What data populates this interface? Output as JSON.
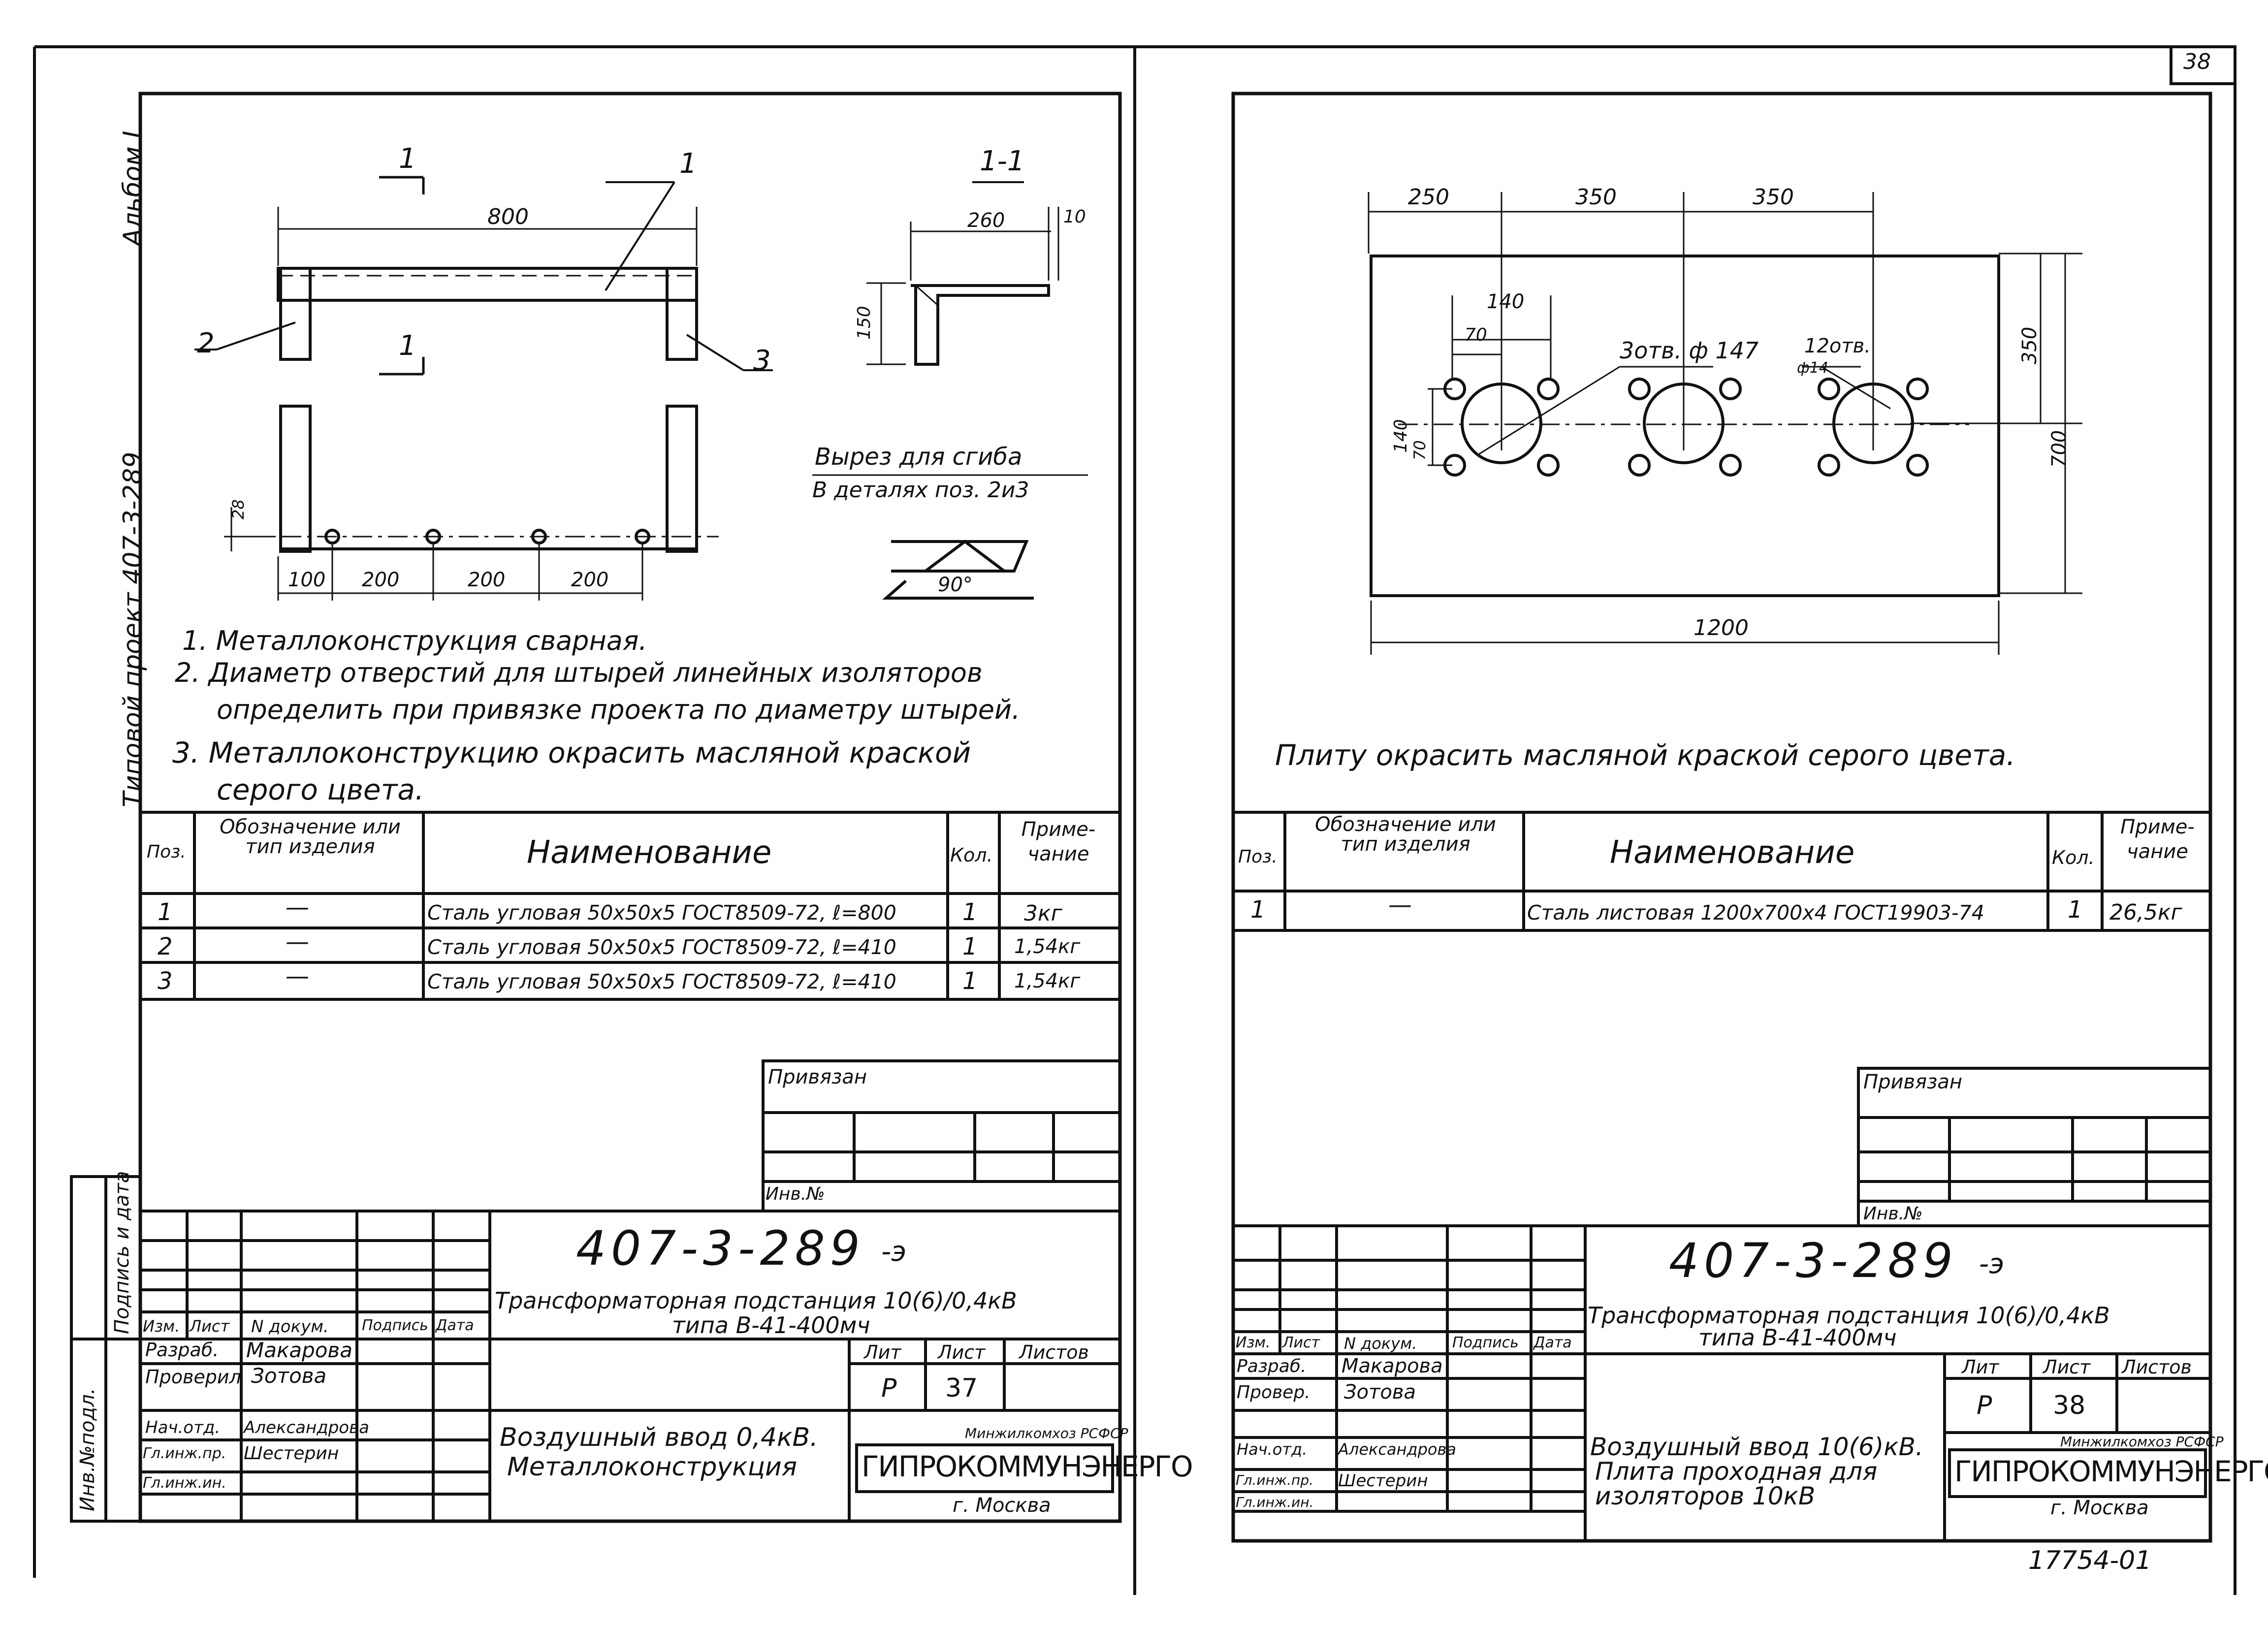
{
  "sheet_no": "38",
  "bottom_code": "17754-01",
  "left": {
    "side_album": "Альбом I",
    "side_project": "Типовой проект 407-3-289",
    "side_stamp": {
      "c1": "Инв.№подл.",
      "c2": "Подпись и дата"
    },
    "drawing": {
      "dim_800": "800",
      "dim_260": "260",
      "dim_10": "10",
      "dim_150": "150",
      "dim_28": "28",
      "dims_bottom": [
        "100",
        "200",
        "200",
        "200"
      ],
      "section_mark": "1",
      "section_title": "1-1",
      "pos_1": "1",
      "pos_2": "2",
      "pos_3": "3",
      "cut_note_1": "Вырез для сгиба",
      "cut_note_2": "В деталях поз. 2и3",
      "angle": "90°"
    },
    "notes": [
      "1. Металлоконструкция   сварная.",
      "2. Диаметр  отверстий  для штырей линейных изоляторов",
      "определить при привязке проекта по диаметру штырей.",
      "3. Металлоконструкцию  окрасить  масляной  краской",
      "серого   цвета."
    ],
    "table": {
      "headers": {
        "pos": "Поз.",
        "designation": "Обозначение или тип изделия",
        "name": "Наименование",
        "qty": "Кол.",
        "note": "Приме- чание"
      },
      "rows": [
        {
          "pos": "1",
          "designation": "—",
          "name": "Сталь угловая 50х50х5 ГОСТ8509-72, ℓ=800",
          "qty": "1",
          "note": "3кг"
        },
        {
          "pos": "2",
          "designation": "—",
          "name": "Сталь угловая 50х50х5 ГОСТ8509-72, ℓ=410",
          "qty": "1",
          "note": "1,54кг"
        },
        {
          "pos": "3",
          "designation": "—",
          "name": "Сталь угловая 50х50х5 ГОСТ8509-72, ℓ=410",
          "qty": "1",
          "note": "1,54кг"
        }
      ]
    },
    "privyazan": "Привязан",
    "inv": "Инв.№",
    "title_block": {
      "code": "407-3-289",
      "suffix": "-э",
      "project_1": "Трансформаторная подстанция 10(6)/0,4кВ",
      "project_2": "типа В-41-400мч",
      "sheet_title_1": "Воздушный ввод 0,4кВ.",
      "sheet_title_2": "Металлоконструкция",
      "head": {
        "izm": "Изм.",
        "list": "Лист",
        "ndok": "N докум.",
        "podp": "Подпись",
        "data": "Дата"
      },
      "people": [
        {
          "role": "Разраб.",
          "name": "Макарова"
        },
        {
          "role": "Проверил",
          "name": "Зотова"
        },
        {
          "role": "Нач.отд.",
          "name": "Александрова"
        },
        {
          "role": "Гл.инж.пр.",
          "name": "Шестерин"
        },
        {
          "role": "Гл.инж.ин.",
          "name": ""
        }
      ],
      "lit_label": "Лит",
      "list_label": "Лист",
      "listov_label": "Листов",
      "lit": "Р",
      "list": "37",
      "ministry": "Минжилкомхоз РСФСР",
      "org": "ГИПРОКОММУНЭНЕРГО",
      "city": "г. Москва"
    }
  },
  "right": {
    "drawing": {
      "dims_top": [
        "250",
        "350",
        "350"
      ],
      "dim_140_top": "140",
      "dim_70": "70",
      "dim_140_side": "140",
      "dim_70_side": "70",
      "holes_3": "3отв. ф 147",
      "holes_12_a": "12отв.",
      "holes_12_b": "ф14",
      "dim_350": "350",
      "dim_700": "700",
      "dim_1200": "1200"
    },
    "note": "Плиту  окрасить  масляной  краской  серого   цвета.",
    "table": {
      "headers": {
        "pos": "Поз.",
        "designation": "Обозначение или тип изделия",
        "name": "Наименование",
        "qty": "Кол.",
        "note": "Приме- чание"
      },
      "rows": [
        {
          "pos": "1",
          "designation": "—",
          "name": "Сталь листовая 1200х700х4 ГОСТ19903-74",
          "qty": "1",
          "note": "26,5кг"
        }
      ]
    },
    "privyazan": "Привязан",
    "inv": "Инв.№",
    "title_block": {
      "code": "407-3-289",
      "suffix": "-э",
      "project_1": "Трансформаторная подстанция 10(6)/0,4кВ",
      "project_2": "типа В-41-400мч",
      "sheet_title_1": "Воздушный ввод 10(6)кВ.",
      "sheet_title_2": "Плита проходная для",
      "sheet_title_3": "изоляторов 10кВ",
      "head": {
        "izm": "Изм.",
        "list": "Лист",
        "ndok": "N докум.",
        "podp": "Подпись",
        "data": "Дата"
      },
      "people": [
        {
          "role": "Разраб.",
          "name": "Макарова"
        },
        {
          "role": "Провер.",
          "name": "Зотова"
        },
        {
          "role": "Нач.отд.",
          "name": "Александрова"
        },
        {
          "role": "Гл.инж.пр.",
          "name": "Шестерин"
        },
        {
          "role": "Гл.инж.ин.",
          "name": ""
        }
      ],
      "lit_label": "Лит",
      "list_label": "Лист",
      "listov_label": "Листов",
      "lit": "Р",
      "list": "38",
      "ministry": "Минжилкомхоз РСФСР",
      "org": "ГИПРОКОММУНЭНЕРГО",
      "city": "г. Москва"
    }
  }
}
